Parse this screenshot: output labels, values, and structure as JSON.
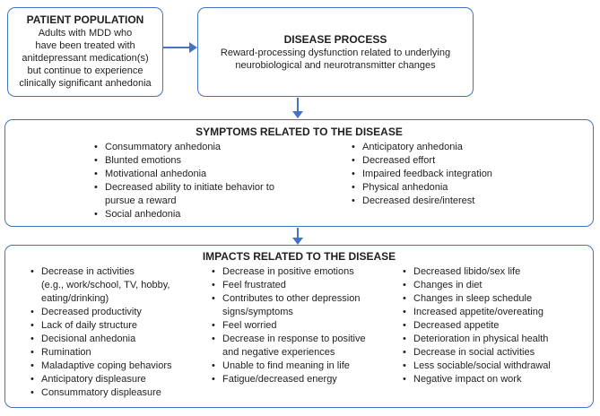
{
  "colors": {
    "accent": "#4472c4",
    "text": "#1f1f1f",
    "background": "#ffffff"
  },
  "patient_population": {
    "title": "PATIENT POPULATION",
    "body": "Adults with MDD who\nhave been treated with\nanitdepressant medication(s)\nbut continue to experience\nclinically significant anhedonia"
  },
  "disease_process": {
    "title": "DISEASE PROCESS",
    "body": "Reward-processing dysfunction related to underlying\nneurobiological and neurotransmitter changes"
  },
  "symptoms": {
    "title": "SYMPTOMS RELATED TO THE DISEASE",
    "left_items": [
      "Consummatory anhedonia",
      "Blunted emotions",
      "Motivational anhedonia",
      "Decreased ability to initiate behavior to\npursue a reward",
      "Social anhedonia"
    ],
    "right_items": [
      "Anticipatory anhedonia",
      "Decreased effort",
      "Impaired feedback integration",
      "Physical anhedonia",
      "Decreased desire/interest"
    ]
  },
  "impacts": {
    "title": "IMPACTS RELATED TO THE DISEASE",
    "col1_items": [
      "Decrease in activities\n(e.g., work/school, TV, hobby,\neating/drinking)",
      "Decreased productivity",
      "Lack of daily structure",
      "Decisional anhedonia",
      "Rumination",
      "Maladaptive coping behaviors",
      "Anticipatory displeasure",
      "Consummatory displeasure"
    ],
    "col2_items": [
      "Decrease in positive emotions",
      "Feel frustrated",
      "Contributes to other depression\nsigns/symptoms",
      "Feel worried",
      "Decrease in response to positive\nand negative experiences",
      "Unable to find meaning in life",
      "Fatigue/decreased energy"
    ],
    "col3_items": [
      "Decreased libido/sex life",
      "Changes in diet",
      "Changes in sleep schedule",
      "Increased appetite/overeating",
      "Decreased appetite",
      "Deterioration in physical health",
      "Decrease in social activities",
      "Less sociable/social withdrawal",
      "Negative impact on work"
    ]
  }
}
